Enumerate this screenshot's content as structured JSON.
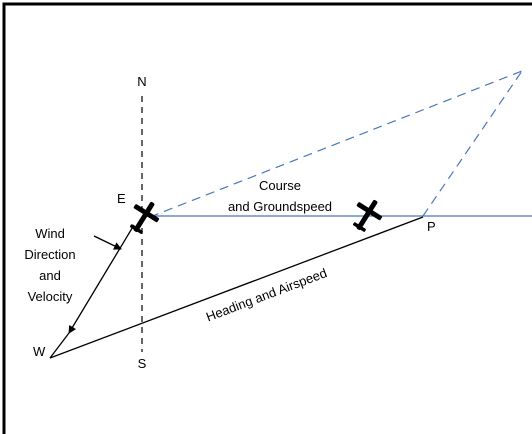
{
  "diagram": {
    "labels": {
      "north": "N",
      "south": "S",
      "east": "E",
      "west": "W",
      "point_p": "P",
      "wind": [
        "Wind",
        "Direction",
        "and",
        "Velocity"
      ],
      "course": [
        "Course",
        "and Groundspeed"
      ],
      "heading": "Heading and Airspeed"
    },
    "icons": {
      "airplane_e": "airplane-icon",
      "airplane_mid": "airplane-icon"
    },
    "colors": {
      "frame": "#000000",
      "course_line": "#4a78b8",
      "dashed_lines": "#4a78b8",
      "vector_lines": "#000000"
    }
  }
}
